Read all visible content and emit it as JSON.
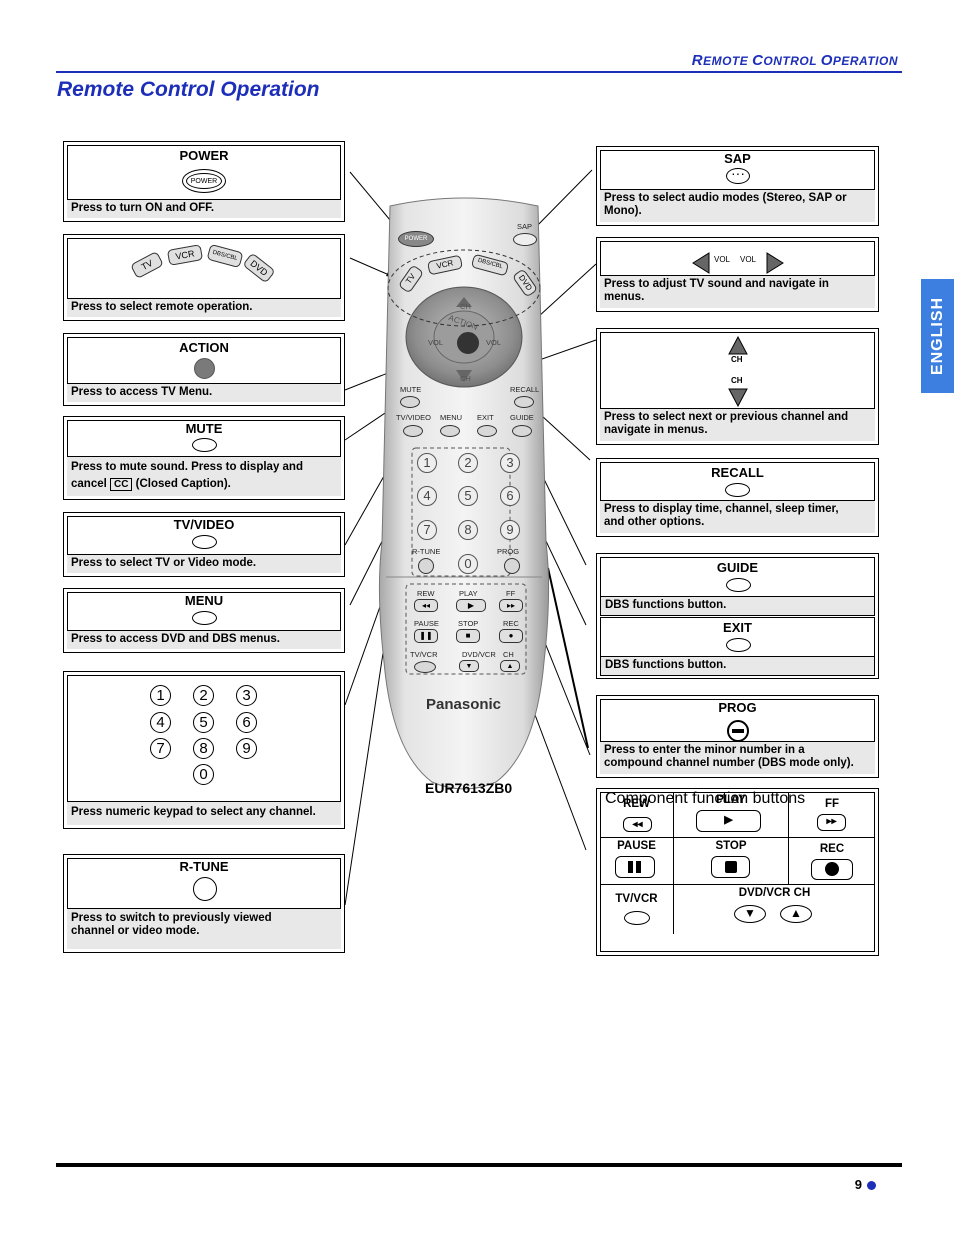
{
  "header": {
    "section_cap1": "R",
    "section_sm1": "EMOTE ",
    "section_cap2": "C",
    "section_sm2": "ONTROL ",
    "section_cap3": "O",
    "section_sm3": "PERATION",
    "title": "Remote Control Operation",
    "language_tab": "ENGLISH"
  },
  "left": {
    "power": {
      "label": "POWER",
      "button": "POWER",
      "desc": "Press to turn ON and OFF."
    },
    "mode": {
      "tv": "TV",
      "vcr": "VCR",
      "dbs": "DBS/CBL",
      "dvd": "DVD",
      "desc": "Press to select remote operation."
    },
    "action": {
      "label": "ACTION",
      "desc": "Press to access TV Menu."
    },
    "mute": {
      "label": "MUTE",
      "desc1": "Press to mute sound. Press to display and",
      "desc2a": "cancel",
      "cc": "CC",
      "desc2b": "(Closed Caption)."
    },
    "tvvideo": {
      "label": "TV/VIDEO",
      "desc": "Press to select TV or Video mode."
    },
    "menu": {
      "label": "MENU",
      "desc": "Press to access DVD and DBS menus."
    },
    "keypad": {
      "keys": [
        "1",
        "2",
        "3",
        "4",
        "5",
        "6",
        "7",
        "8",
        "9",
        "0"
      ],
      "desc": "Press numeric keypad to select any channel."
    },
    "rtune": {
      "label": "R-TUNE",
      "desc1": "Press to switch to previously viewed",
      "desc2": "channel or video mode."
    }
  },
  "right": {
    "sap": {
      "label": "SAP",
      "desc1": "Press to select audio modes (Stereo, SAP or",
      "desc2": "Mono)."
    },
    "vol": {
      "vol_left": "VOL",
      "vol_right": "VOL",
      "desc1": "Press to adjust TV sound and navigate in",
      "desc2": "menus."
    },
    "ch": {
      "ch_up": "CH",
      "ch_down": "CH",
      "desc1": "Press to select next or previous channel and",
      "desc2": "navigate in menus."
    },
    "recall": {
      "label": "RECALL",
      "desc1": "Press to display time, channel, sleep timer,",
      "desc2": "and other options."
    },
    "guide": {
      "label": "GUIDE",
      "desc": "DBS functions button."
    },
    "exit": {
      "label": "EXIT",
      "desc": "DBS functions button."
    },
    "prog": {
      "label": "PROG",
      "desc1": "Press to enter the minor number in a",
      "desc2": "compound channel number (DBS mode only)."
    },
    "component": {
      "rew": "REW",
      "play": "PLAY",
      "ff": "FF",
      "pause": "PAUSE",
      "stop": "STOP",
      "rec": "REC",
      "tvvcr": "TV/VCR",
      "dvdvcr_ch": "DVD/VCR CH",
      "desc": "Component function buttons"
    }
  },
  "remote": {
    "model": "EUR7613ZB0",
    "brand": "Panasonic",
    "power": "POWER",
    "sap": "SAP",
    "tv": "TV",
    "vcr": "VCR",
    "dbs": "DBS/CBL",
    "dvd": "DVD",
    "ch_top": "CH",
    "ch_bottom": "CH",
    "action": "ACTION",
    "vol_l": "VOL",
    "vol_r": "VOL",
    "mute": "MUTE",
    "recall": "RECALL",
    "tvvideo": "TV/VIDEO",
    "menu": "MENU",
    "exit": "EXIT",
    "guide": "GUIDE",
    "keys": [
      "1",
      "2",
      "3",
      "4",
      "5",
      "6",
      "7",
      "8",
      "9",
      "0"
    ],
    "rtune": "R-TUNE",
    "prog": "PROG",
    "rew": "REW",
    "play": "PLAY",
    "ff": "FF",
    "pause": "PAUSE",
    "stop": "STOP",
    "rec": "REC",
    "tvvcr": "TV/VCR",
    "dvdvcr": "DVD/VCR",
    "ch": "CH"
  },
  "footer": {
    "page": "9"
  }
}
